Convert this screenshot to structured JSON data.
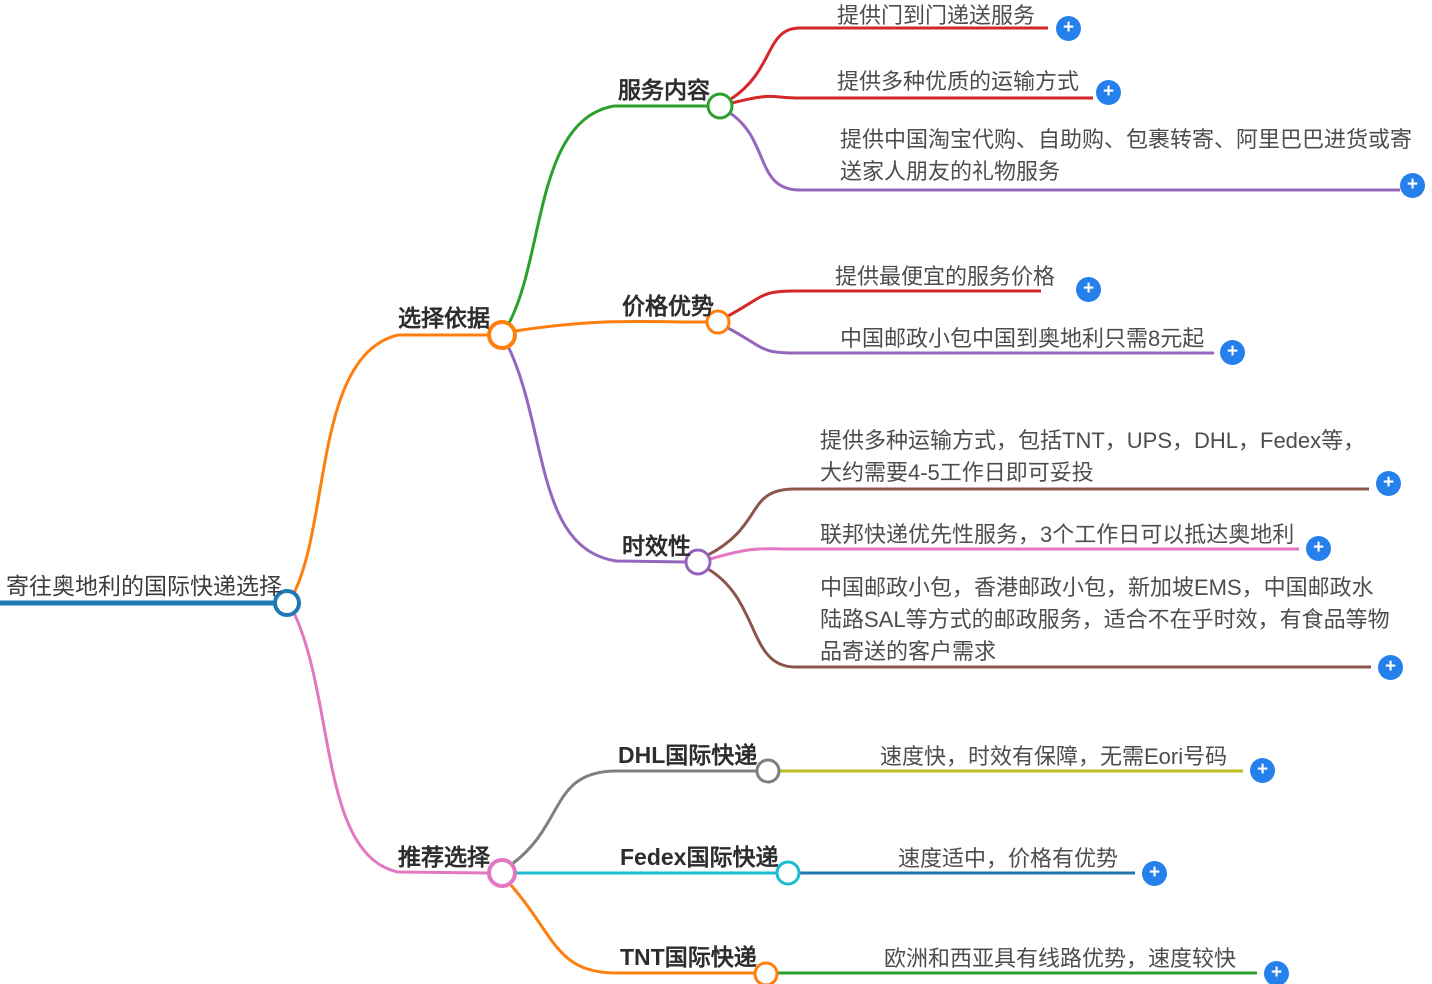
{
  "root": {
    "label": "寄往奥地利的国际快递选择"
  },
  "icons": {
    "plus": "+"
  },
  "colors": {
    "root_blue": "#1f77b4",
    "orange": "#ff7f0e",
    "green": "#2ca02c",
    "red": "#d62728",
    "purple": "#9467bd",
    "brown": "#8c564b",
    "pink": "#e377c2",
    "gray": "#7f7f7f",
    "olive": "#bcbd22",
    "cyan": "#17becf",
    "plus_blue": "#2680eb"
  },
  "branches": [
    {
      "label": "选择依据",
      "topics": [
        {
          "label": "服务内容",
          "leaves": [
            {
              "text": "提供门到门递送服务"
            },
            {
              "text": "提供多种优质的运输方式"
            },
            {
              "text": "提供中国淘宝代购、自助购、包裹转寄、阿里巴巴进货或寄送家人朋友的礼物服务"
            }
          ]
        },
        {
          "label": "价格优势",
          "leaves": [
            {
              "text": "提供最便宜的服务价格"
            },
            {
              "text": "中国邮政小包中国到奥地利只需8元起"
            }
          ]
        },
        {
          "label": "时效性",
          "leaves": [
            {
              "text": "提供多种运输方式，包括TNT，UPS，DHL，Fedex等，大约需要4-5工作日即可妥投"
            },
            {
              "text": "联邦快递优先性服务，3个工作日可以抵达奥地利"
            },
            {
              "text": "中国邮政小包，香港邮政小包，新加坡EMS，中国邮政水陆路SAL等方式的邮政服务，适合不在乎时效，有食品等物品寄送的客户需求"
            }
          ]
        }
      ]
    },
    {
      "label": "推荐选择",
      "topics": [
        {
          "label": "DHL国际快递",
          "leaves": [
            {
              "text": "速度快，时效有保障，无需Eori号码"
            }
          ]
        },
        {
          "label": "Fedex国际快递",
          "leaves": [
            {
              "text": "速度适中，价格有优势"
            }
          ]
        },
        {
          "label": "TNT国际快递",
          "leaves": [
            {
              "text": "欧洲和西亚具有线路优势，速度较快"
            }
          ]
        }
      ]
    }
  ]
}
